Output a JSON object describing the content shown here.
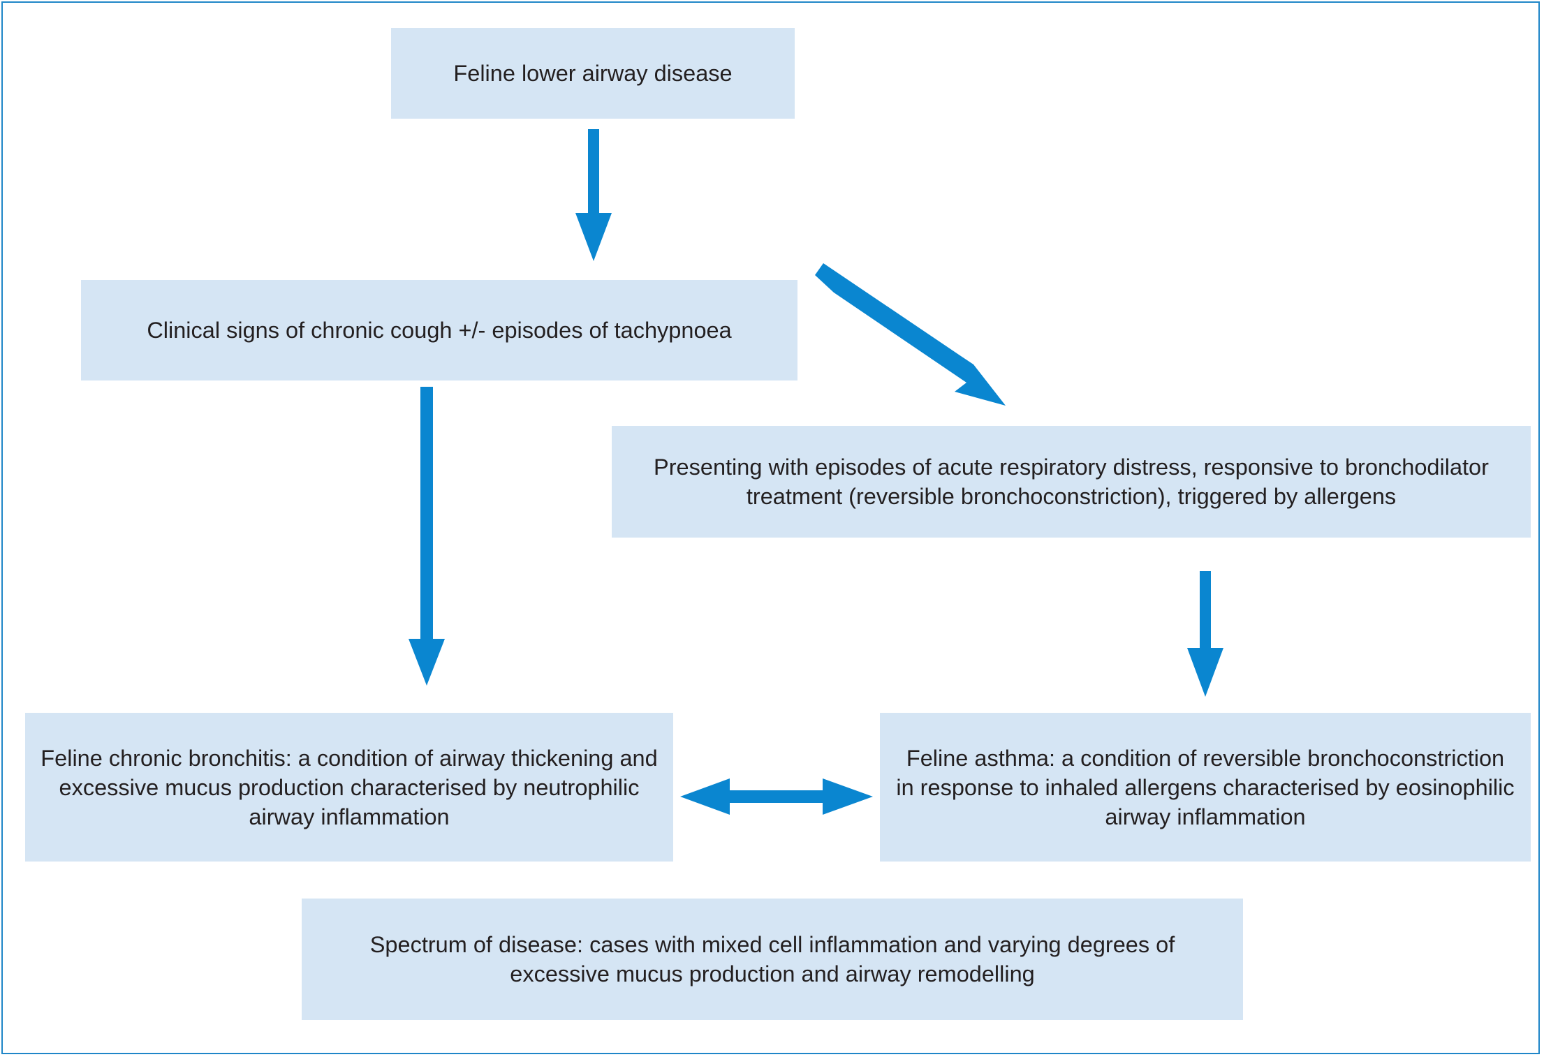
{
  "diagram": {
    "accent_color": "#0a86d0",
    "box_color": "#d5e5f4",
    "border_color": "#1f86c8",
    "nodes": {
      "lower_airway": "Feline lower airway disease",
      "clinical_signs": "Clinical signs of chronic cough +/- episodes of tachypnoea",
      "acute_distress": "Presenting with episodes of acute respiratory distress, responsive to bronchodilator treatment (reversible bronchoconstriction), triggered by allergens",
      "chronic_bronchitis": "Feline chronic bronchitis: a condition of airway thickening and excessive mucus production characterised by neutrophilic airway inflammation",
      "asthma": "Feline asthma: a condition of reversible bronchoconstriction in response to inhaled allergens characterised by eosinophilic airway inflammation",
      "spectrum": "Spectrum of disease: cases with mixed cell inflammation and varying degrees of excessive mucus production and airway remodelling"
    },
    "edges": [
      {
        "from": "lower_airway",
        "to": "clinical_signs",
        "direction": "one-way"
      },
      {
        "from": "clinical_signs",
        "to": "acute_distress",
        "direction": "one-way"
      },
      {
        "from": "clinical_signs",
        "to": "chronic_bronchitis",
        "direction": "one-way"
      },
      {
        "from": "acute_distress",
        "to": "asthma",
        "direction": "one-way"
      },
      {
        "from": "chronic_bronchitis",
        "to": "asthma",
        "direction": "two-way"
      }
    ]
  }
}
